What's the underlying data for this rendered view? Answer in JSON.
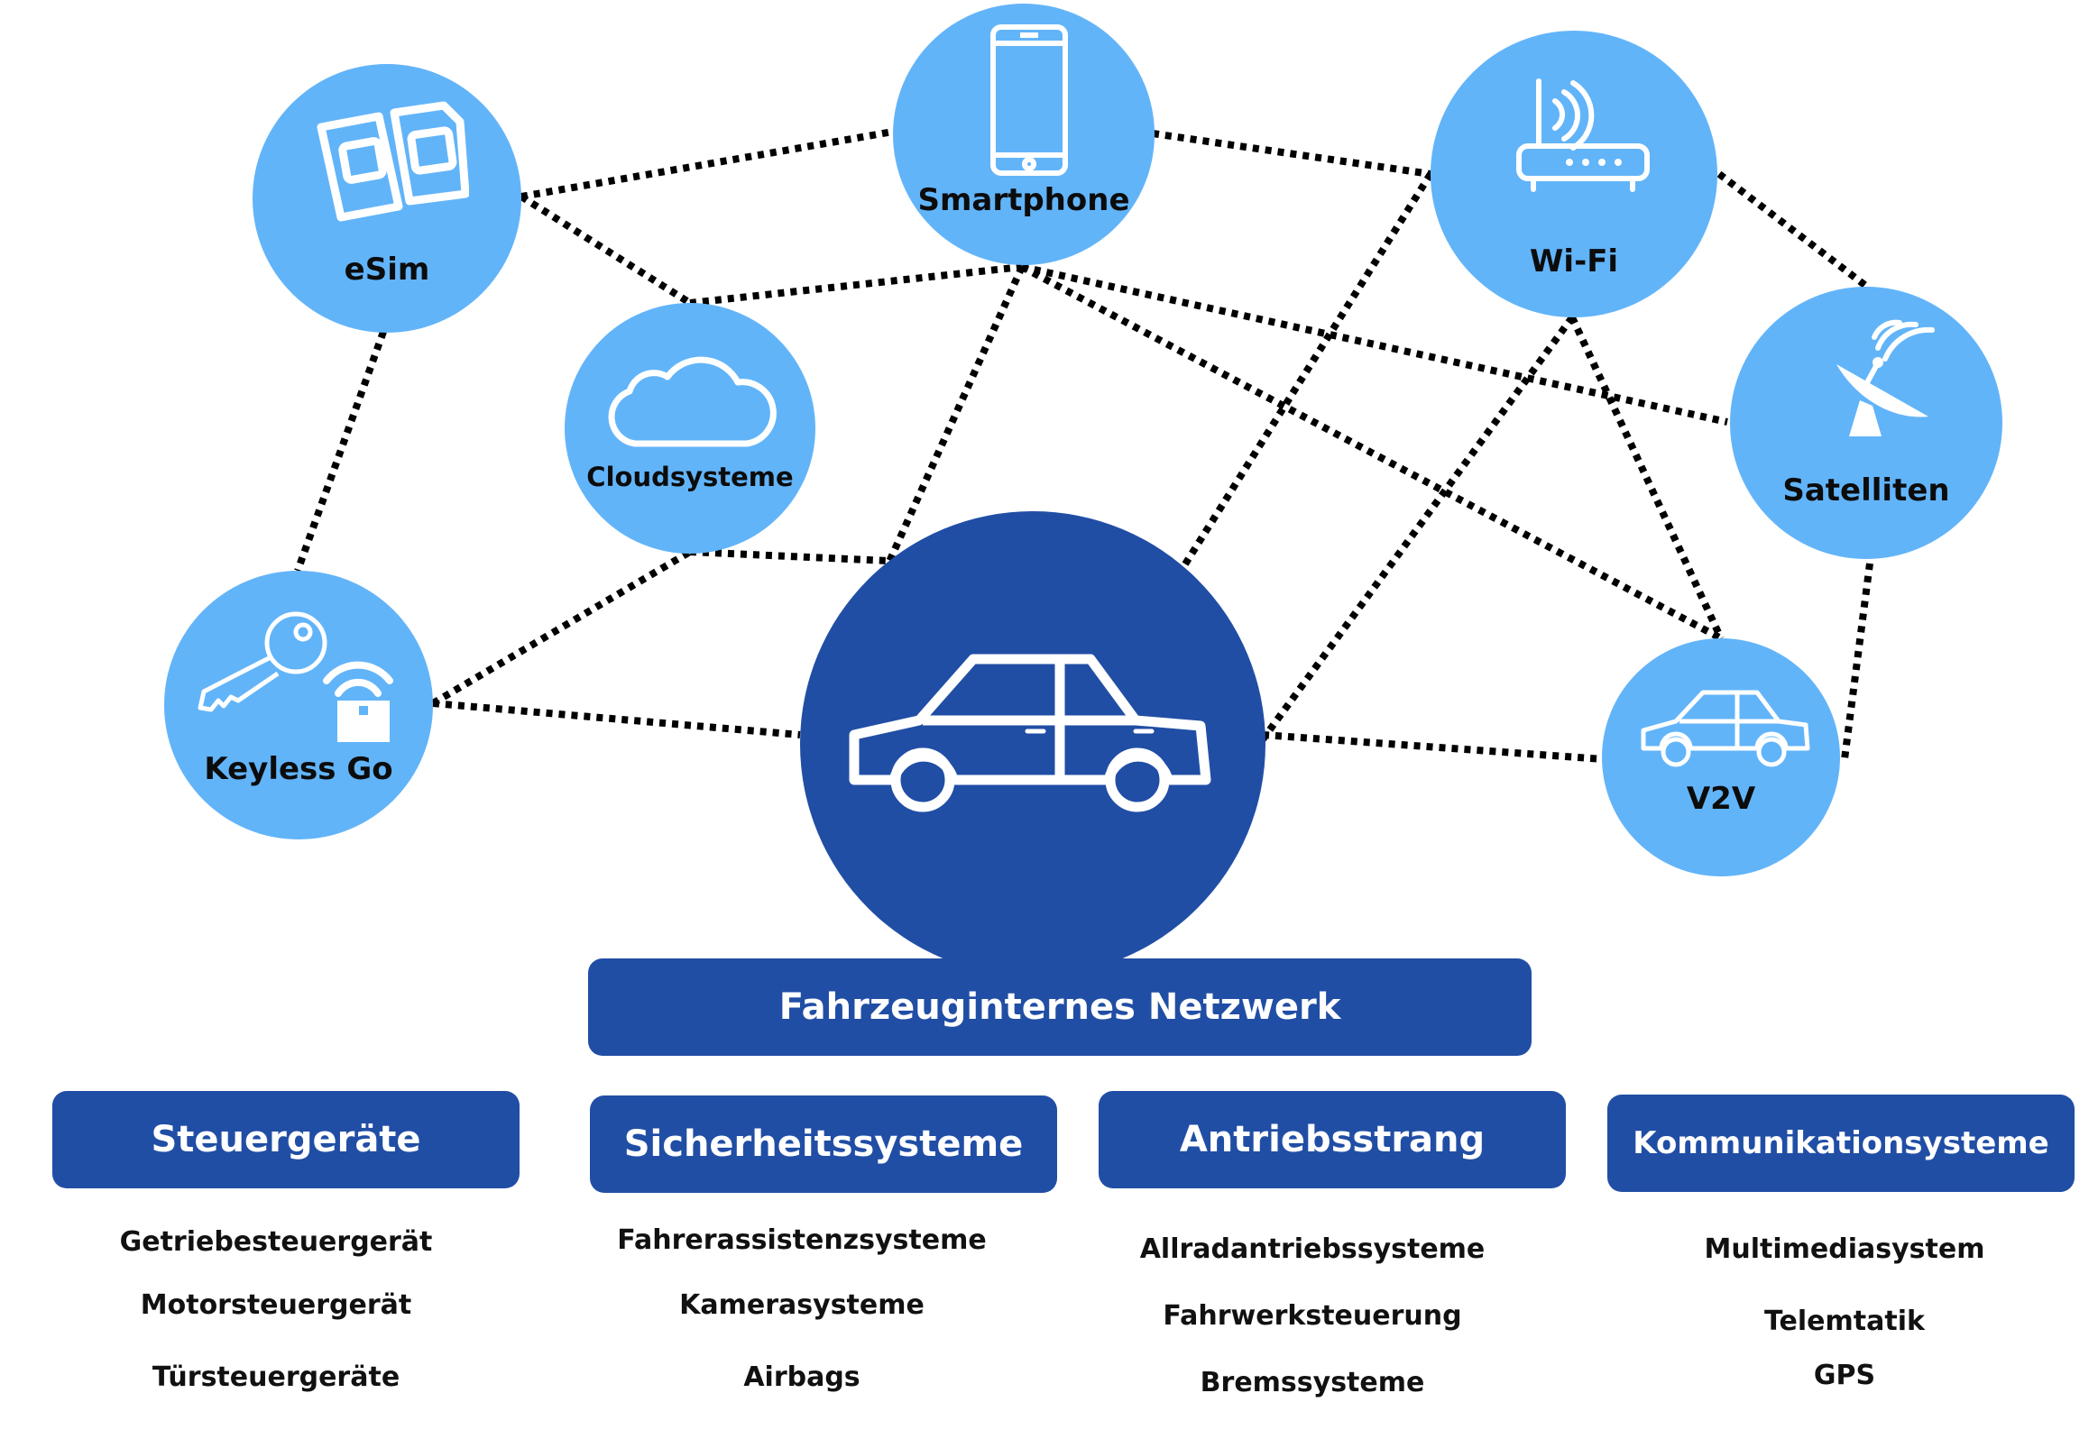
{
  "nodes": {
    "esim": {
      "label": "eSim",
      "icon": "sim-card-icon"
    },
    "smartphone": {
      "label": "Smartphone",
      "icon": "smartphone-icon"
    },
    "wifi": {
      "label": "Wi-Fi",
      "icon": "router-icon"
    },
    "cloud": {
      "label": "Cloudsysteme",
      "icon": "cloud-icon"
    },
    "satellite": {
      "label": "Satelliten",
      "icon": "satellite-dish-icon"
    },
    "keyless": {
      "label": "Keyless Go",
      "icon": "key-icon"
    },
    "v2v": {
      "label": "V2V",
      "icon": "car-icon"
    },
    "car": {
      "label": "",
      "icon": "car-icon"
    }
  },
  "network_title": "Fahrzeuginternes Netzwerk",
  "categories": [
    {
      "title": "Steuergeräte",
      "items": [
        "Getriebesteuergerät",
        "Motorsteuergerät",
        "Türsteuergeräte"
      ]
    },
    {
      "title": "Sicherheitssysteme",
      "items": [
        "Fahrerassistenzsysteme",
        "Kamerasysteme",
        "Airbags"
      ]
    },
    {
      "title": "Antriebsstrang",
      "items": [
        "Allradantriebssysteme",
        "Fahrwerksteuerung",
        "Bremssysteme"
      ]
    },
    {
      "title": "Kommunikationsysteme",
      "items": [
        "Multimediasystem",
        "Telemtatik",
        "GPS"
      ]
    }
  ],
  "colors": {
    "light_node": "#62b4f9",
    "dark_blue": "#214ea5",
    "text": "#0c0c0c",
    "link": "#000000"
  }
}
